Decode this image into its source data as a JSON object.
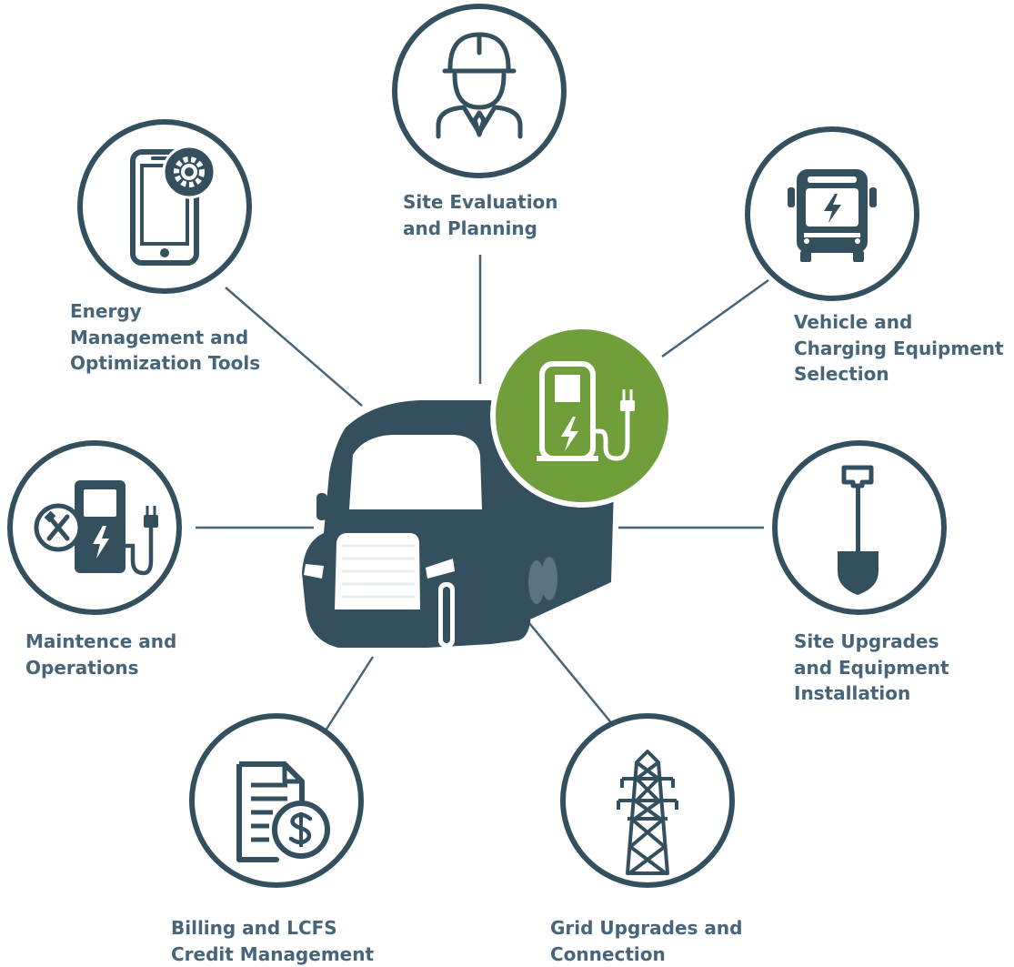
{
  "colors": {
    "primary": "#34505f",
    "accent_green": "#6f9e3a",
    "label_text": "#476478",
    "background": "#ffffff"
  },
  "center": {
    "vehicle_icon": "semi-truck-icon",
    "hub_icon": "ev-charger-icon"
  },
  "nodes": [
    {
      "id": "site-evaluation",
      "icon": "engineer-hardhat-icon",
      "lines": [
        "Site Evaluation",
        "and Planning"
      ]
    },
    {
      "id": "vehicle-selection",
      "icon": "electric-bus-icon",
      "lines": [
        "Vehicle and",
        "Charging Equipment",
        "Selection"
      ]
    },
    {
      "id": "site-upgrades",
      "icon": "shovel-icon",
      "lines": [
        "Site Upgrades",
        "and Equipment",
        "Installation"
      ]
    },
    {
      "id": "grid-upgrades",
      "icon": "transmission-tower-icon",
      "lines": [
        "Grid Upgrades and",
        "Connection"
      ]
    },
    {
      "id": "billing",
      "icon": "invoice-dollar-icon",
      "lines": [
        "Billing and LCFS",
        "Credit Management"
      ]
    },
    {
      "id": "maintenance",
      "icon": "charger-tools-icon",
      "lines": [
        "Maintence and",
        "Operations"
      ]
    },
    {
      "id": "energy-management",
      "icon": "phone-gear-icon",
      "lines": [
        "Energy",
        "Management and",
        "Optimization Tools"
      ]
    }
  ]
}
